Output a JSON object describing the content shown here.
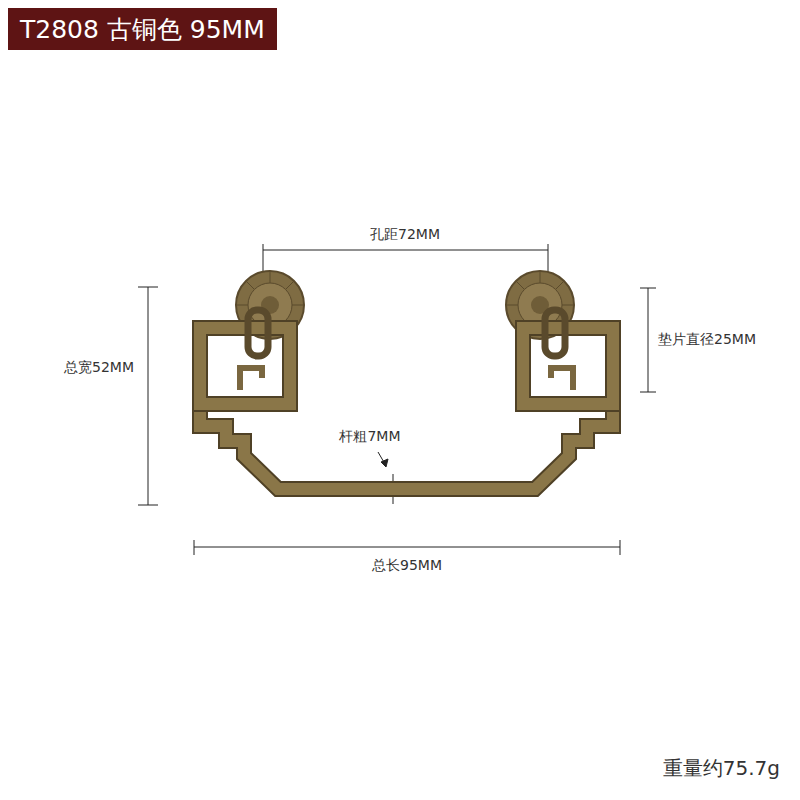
{
  "diagram": {
    "title": "T2808 古铜色 95MM",
    "labels": [
      "孔距72MM",
      "垫片直径25MM",
      "总宽52MM",
      "杆粗7MM",
      "总长95MM",
      "重量约75.7g"
    ]
  }
}
